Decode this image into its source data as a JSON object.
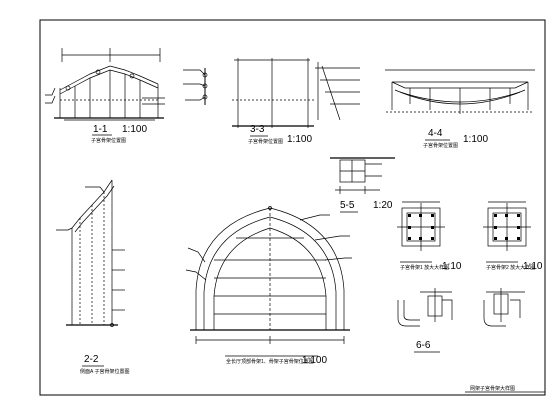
{
  "sheet": {
    "border_color": "#000000",
    "background": "#ffffff"
  },
  "views": {
    "v11": {
      "section": "1-1",
      "scale": "1:100",
      "caption": "子宫骨架位置图"
    },
    "v33": {
      "section": "3-3",
      "scale": "1:100",
      "caption": "子宫骨架位置图"
    },
    "v44": {
      "section": "4-4",
      "scale": "1:100",
      "caption": "子宫骨架位置图"
    },
    "v55": {
      "section": "5-5",
      "scale": "1:20"
    },
    "v22": {
      "section": "2-2",
      "scale": "",
      "caption": "侧面A 子宫骨架位置图"
    },
    "arch": {
      "section": "",
      "scale": "1:100",
      "caption": "全长厅顶部骨架1、骨架子宫骨架位置图"
    },
    "d1": {
      "scale": "1:10",
      "caption": "子宫骨架1 放大大样图"
    },
    "d2": {
      "scale": "1:10",
      "caption": "子宫骨架2 放大大样图"
    },
    "v66": {
      "section": "6-6"
    },
    "title_block": {
      "text": "网架子宫骨架大样图"
    }
  }
}
